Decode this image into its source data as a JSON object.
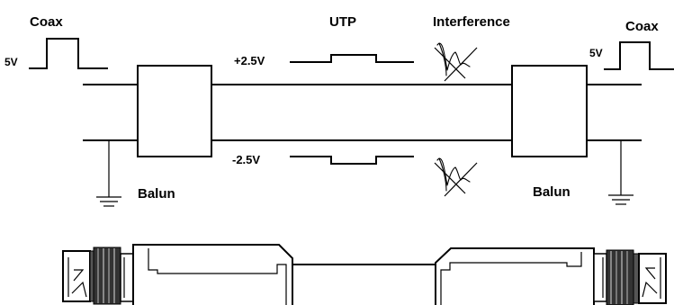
{
  "labels": {
    "coax_left": "Coax",
    "coax_right": "Coax",
    "utp": "UTP",
    "interference": "Interference",
    "volt_left": "5V",
    "volt_right": "5V",
    "plus": "+2.5V",
    "minus": "-2.5V",
    "balun_left": "Balun",
    "balun_right": "Balun"
  }
}
